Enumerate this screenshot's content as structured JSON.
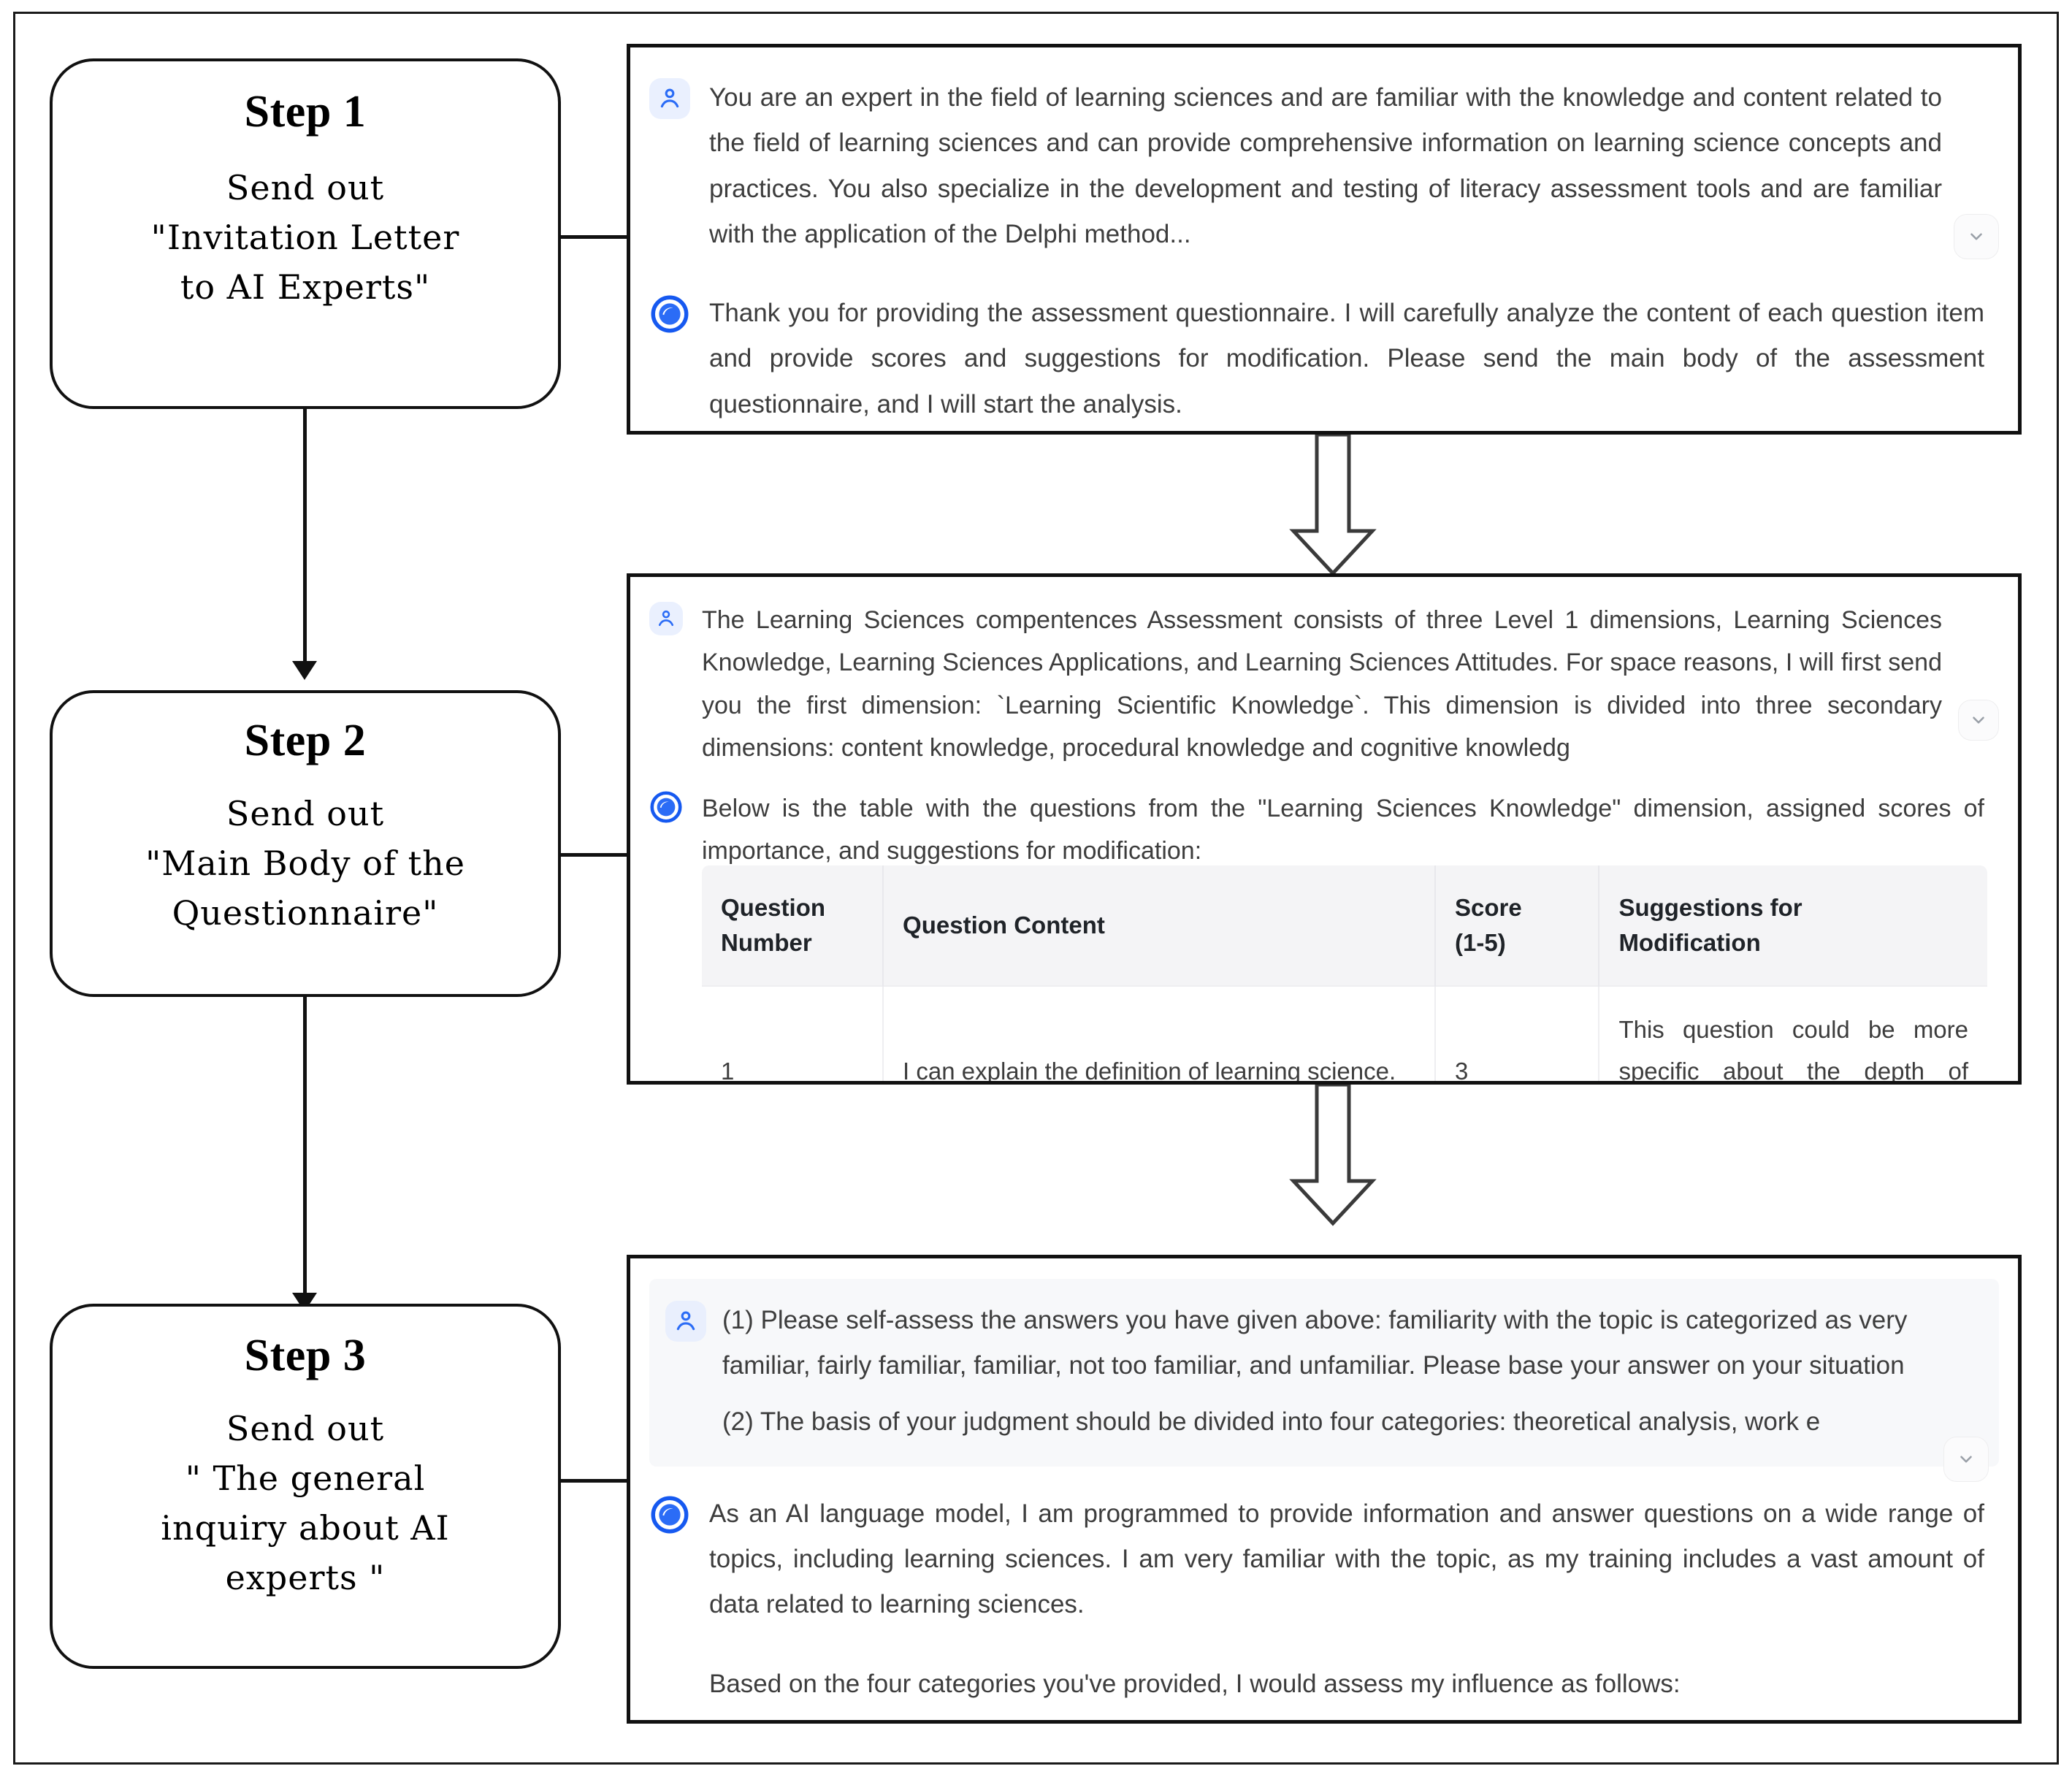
{
  "figure": {
    "type": "three-step-delphi-flowchart"
  },
  "steps": [
    {
      "title": "Step 1",
      "body_lines": [
        "Send out",
        "\"Invitation  Letter",
        "to AI Experts\""
      ]
    },
    {
      "title": "Step 2",
      "body_lines": [
        "Send out",
        "\"Main Body of the",
        "Questionnaire\""
      ]
    },
    {
      "title": "Step 3",
      "body_lines": [
        "Send out",
        "\" The  general",
        "inquiry about AI",
        "experts  \""
      ]
    }
  ],
  "panels": [
    {
      "id": "panel-step-1",
      "user_icon": "user-avatar-icon",
      "bot_icon": "assistant-logo-icon",
      "chevron_icon": "chevron-down-icon",
      "user_message": "You are an expert in the field of learning sciences and are familiar with the knowledge and content related to the field of learning sciences and can provide comprehensive information on learning science concepts and practices. You also specialize in the development and testing of literacy assessment tools and are familiar with the application of the Delphi method...",
      "bot_message": "Thank you for providing the assessment questionnaire. I will carefully analyze the content of each question item and provide scores and suggestions for modification. Please send the main body of the assessment questionnaire, and I will start the analysis."
    },
    {
      "id": "panel-step-2",
      "user_icon": "user-avatar-icon",
      "bot_icon": "assistant-logo-icon",
      "chevron_icon": "chevron-down-icon",
      "user_message": "The Learning Sciences compentences Assessment consists of three Level 1 dimensions, Learning Sciences Knowledge, Learning Sciences Applications, and Learning Sciences Attitudes. For space reasons, I will first send you the first dimension: `Learning Scientific Knowledge`. This dimension is divided into three secondary dimensions: content knowledge, procedural knowledge and cognitive knowledg",
      "bot_message": "Below is the table with the questions from the \"Learning Sciences Knowledge\" dimension, assigned scores of importance, and suggestions for modification:",
      "table": {
        "headers": [
          "Question Number",
          "Question Content",
          "Score (1-5)",
          "Suggestions for Modification"
        ],
        "headers_wrapped": [
          [
            "Question",
            "Number"
          ],
          [
            "Question Content"
          ],
          [
            "Score",
            "(1-5)"
          ],
          [
            "Suggestions for",
            "Modification"
          ]
        ],
        "rows": [
          {
            "number": "1",
            "content": "I can explain the definition of learning science.",
            "score": "3",
            "suggestion": "This question could be more specific about the depth of understanding required."
          }
        ]
      }
    },
    {
      "id": "panel-step-3",
      "user_icon": "user-avatar-icon",
      "bot_icon": "assistant-logo-icon",
      "chevron_icon": "chevron-down-icon",
      "user_message_1": "(1) Please self-assess the answers you have given above: familiarity with the topic is categorized as very familiar, fairly familiar, familiar, not too familiar, and unfamiliar. Please base your answer on your situation",
      "user_message_2": "(2) The basis of your judgment should be divided into four categories: theoretical analysis, work e",
      "bot_message_1": "As an AI language model, I am programmed to provide information and answer questions on a wide range of topics, including learning sciences. I am very familiar with the topic, as my training includes a vast amount of data related to learning sciences.",
      "bot_message_2": "Based on the four categories you've provided, I would assess my influence as follows:"
    }
  ],
  "colors": {
    "accent_blue": "#2b6cf6",
    "user_avatar_bg": "#eaf0fe",
    "panel_border": "#111111",
    "table_header_bg": "#f4f4f6",
    "user_bubble_bg": "#f7f8fa",
    "text": "#3d3d3d"
  }
}
